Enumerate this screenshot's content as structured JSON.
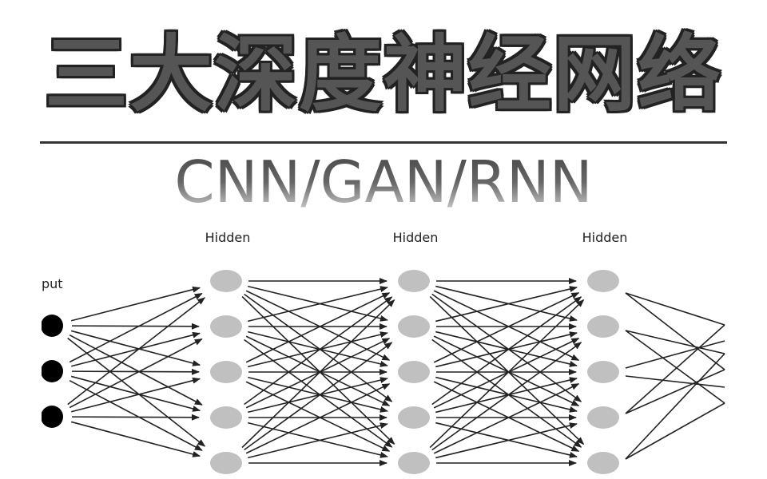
{
  "title": "三大深度神经网络",
  "subtitle": "CNN/GAN/RNN",
  "diagram": {
    "input_label": "put",
    "hidden_labels": [
      "Hidden",
      "Hidden",
      "Hidden"
    ],
    "layer_sizes": [
      3,
      5,
      5,
      5
    ],
    "colors": {
      "input": "#000000",
      "hidden": "#c0c0c0",
      "edge": "#222222"
    }
  }
}
